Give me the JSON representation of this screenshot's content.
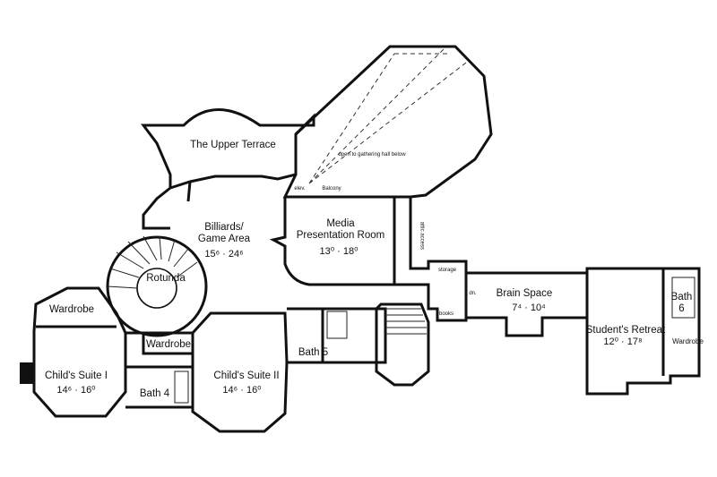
{
  "rooms": {
    "upper_terrace": "The Upper Terrace",
    "billiards": "Billiards/\nGame Area",
    "billiards_dim": "15⁶ · 24⁶",
    "media": "Media\nPresentation Room",
    "media_dim": "13⁰ · 18⁰",
    "rotunda": "Rotunda",
    "wardrobe_1": "Wardrobe",
    "wardrobe_2": "Wardrobe",
    "wardrobe_3": "Wardrobe",
    "childs_suite_1": "Child's Suite I",
    "childs_suite_1_dim": "14⁶ · 16⁰",
    "childs_suite_2": "Child's Suite II",
    "childs_suite_2_dim": "14⁶ · 16⁰",
    "bath_4": "Bath 4",
    "bath_5": "Bath 5",
    "bath_6": "Bath\n6",
    "brain_space": "Brain Space",
    "brain_space_dim": "7⁴ · 10⁴",
    "students_retreat": "Student's Retreat",
    "students_retreat_dim": "12⁰ · 17⁸"
  },
  "notes": {
    "open_below": "open to gathering hall below",
    "balcony": "Balcony",
    "elev": "elev.",
    "storage": "storage",
    "attic_access": "attic access",
    "books": "books",
    "dn": "dn."
  }
}
